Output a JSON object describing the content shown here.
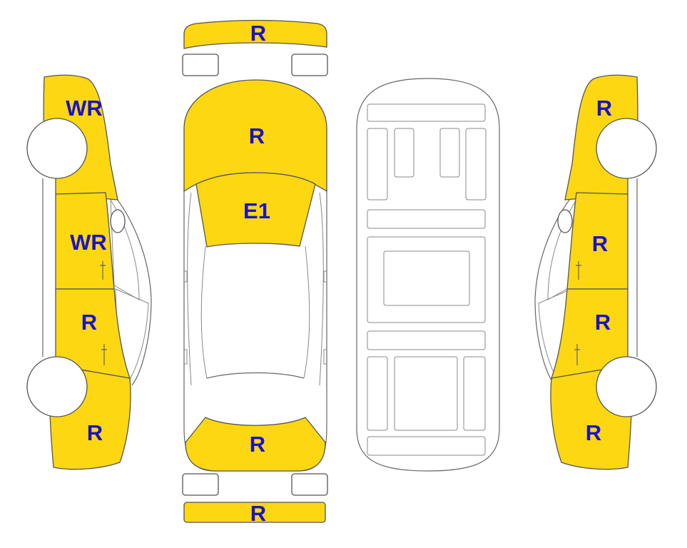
{
  "colors": {
    "marked": "#fcd712",
    "unmarked": "#ffffff",
    "outline": "#555555",
    "label": "#1a13c8"
  },
  "icons": [
    "car-left-side-view",
    "car-top-view",
    "car-underbody-view",
    "car-right-side-view"
  ],
  "labels": {
    "front_bumper": "R",
    "rear_bumper": "R",
    "hood": "R",
    "windshield": "E1",
    "trunk": "R",
    "left_front_fender": "WR",
    "left_front_door": "WR",
    "left_rear_door": "R",
    "left_rear_quarter": "R",
    "right_front_fender": "R",
    "right_front_door": "R",
    "right_rear_door": "R",
    "right_rear_quarter": "R"
  }
}
